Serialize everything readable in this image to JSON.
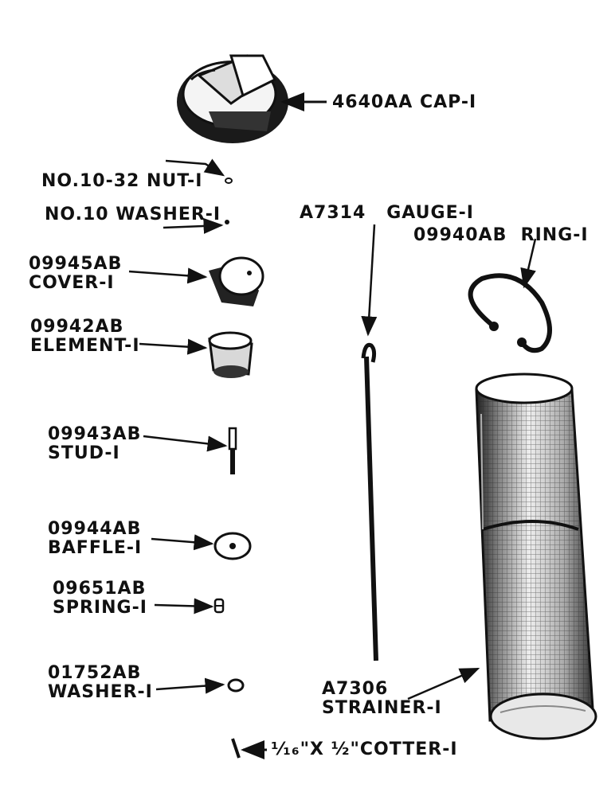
{
  "parts": {
    "cap": "4640AA CAP-I",
    "nut": "NO.10-32 NUT-I",
    "washer10": "NO.10 WASHER-I",
    "cover_num": "09945AB",
    "cover_name": "COVER-I",
    "element_num": "09942AB",
    "element_name": "ELEMENT-I",
    "stud_num": "09943AB",
    "stud_name": "STUD-I",
    "baffle_num": "09944AB",
    "baffle_name": "BAFFLE-I",
    "spring_num": "09651AB",
    "spring_name": "SPRING-I",
    "washer_num": "01752AB",
    "washer_name": "WASHER-I",
    "gauge": "A7314   GAUGE-I",
    "ring": "09940AB  RING-I",
    "strainer_num": "A7306",
    "strainer_name": "STRAINER-I",
    "cotter": "¹⁄₁₆\"X ½\"COTTER-I"
  }
}
